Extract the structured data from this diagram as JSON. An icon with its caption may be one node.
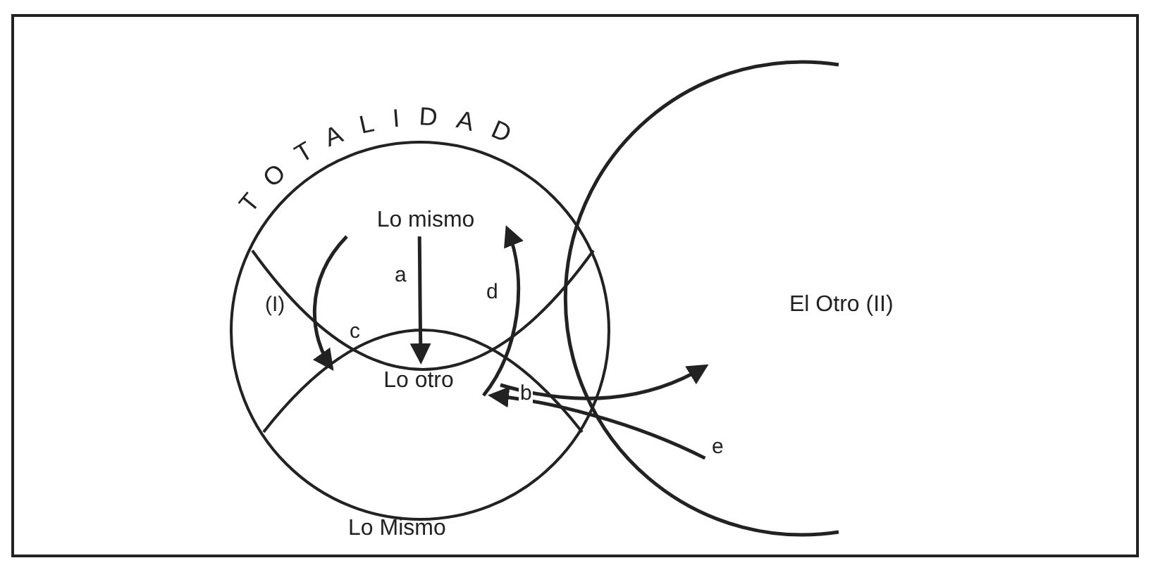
{
  "diagram": {
    "nodes": [
      {
        "text": [
          "TOTALIDAD",
          "(I)"
        ],
        "beside": [
          "Lo Mismo"
        ]
      },
      {
        "text": [
          "Lo mismo"
        ],
        "in": 0
      },
      {
        "text": [
          "Lo otro"
        ],
        "in": 0
      },
      {
        "text": [
          "El Otro (II)"
        ]
      }
    ],
    "edges": [
      {
        "from": 1,
        "to": 2,
        "arrow": "to",
        "label": "a"
      },
      {
        "from": 1,
        "to": 2,
        "arrow": "to",
        "label": "c"
      },
      {
        "from": 2,
        "to": 1,
        "arrow": "to",
        "label": "d"
      },
      {
        "from": 2,
        "to": 3,
        "arrow": "to",
        "label": "b"
      },
      {
        "from": 3,
        "to": 2,
        "arrow": "to",
        "label": "e"
      }
    ]
  }
}
